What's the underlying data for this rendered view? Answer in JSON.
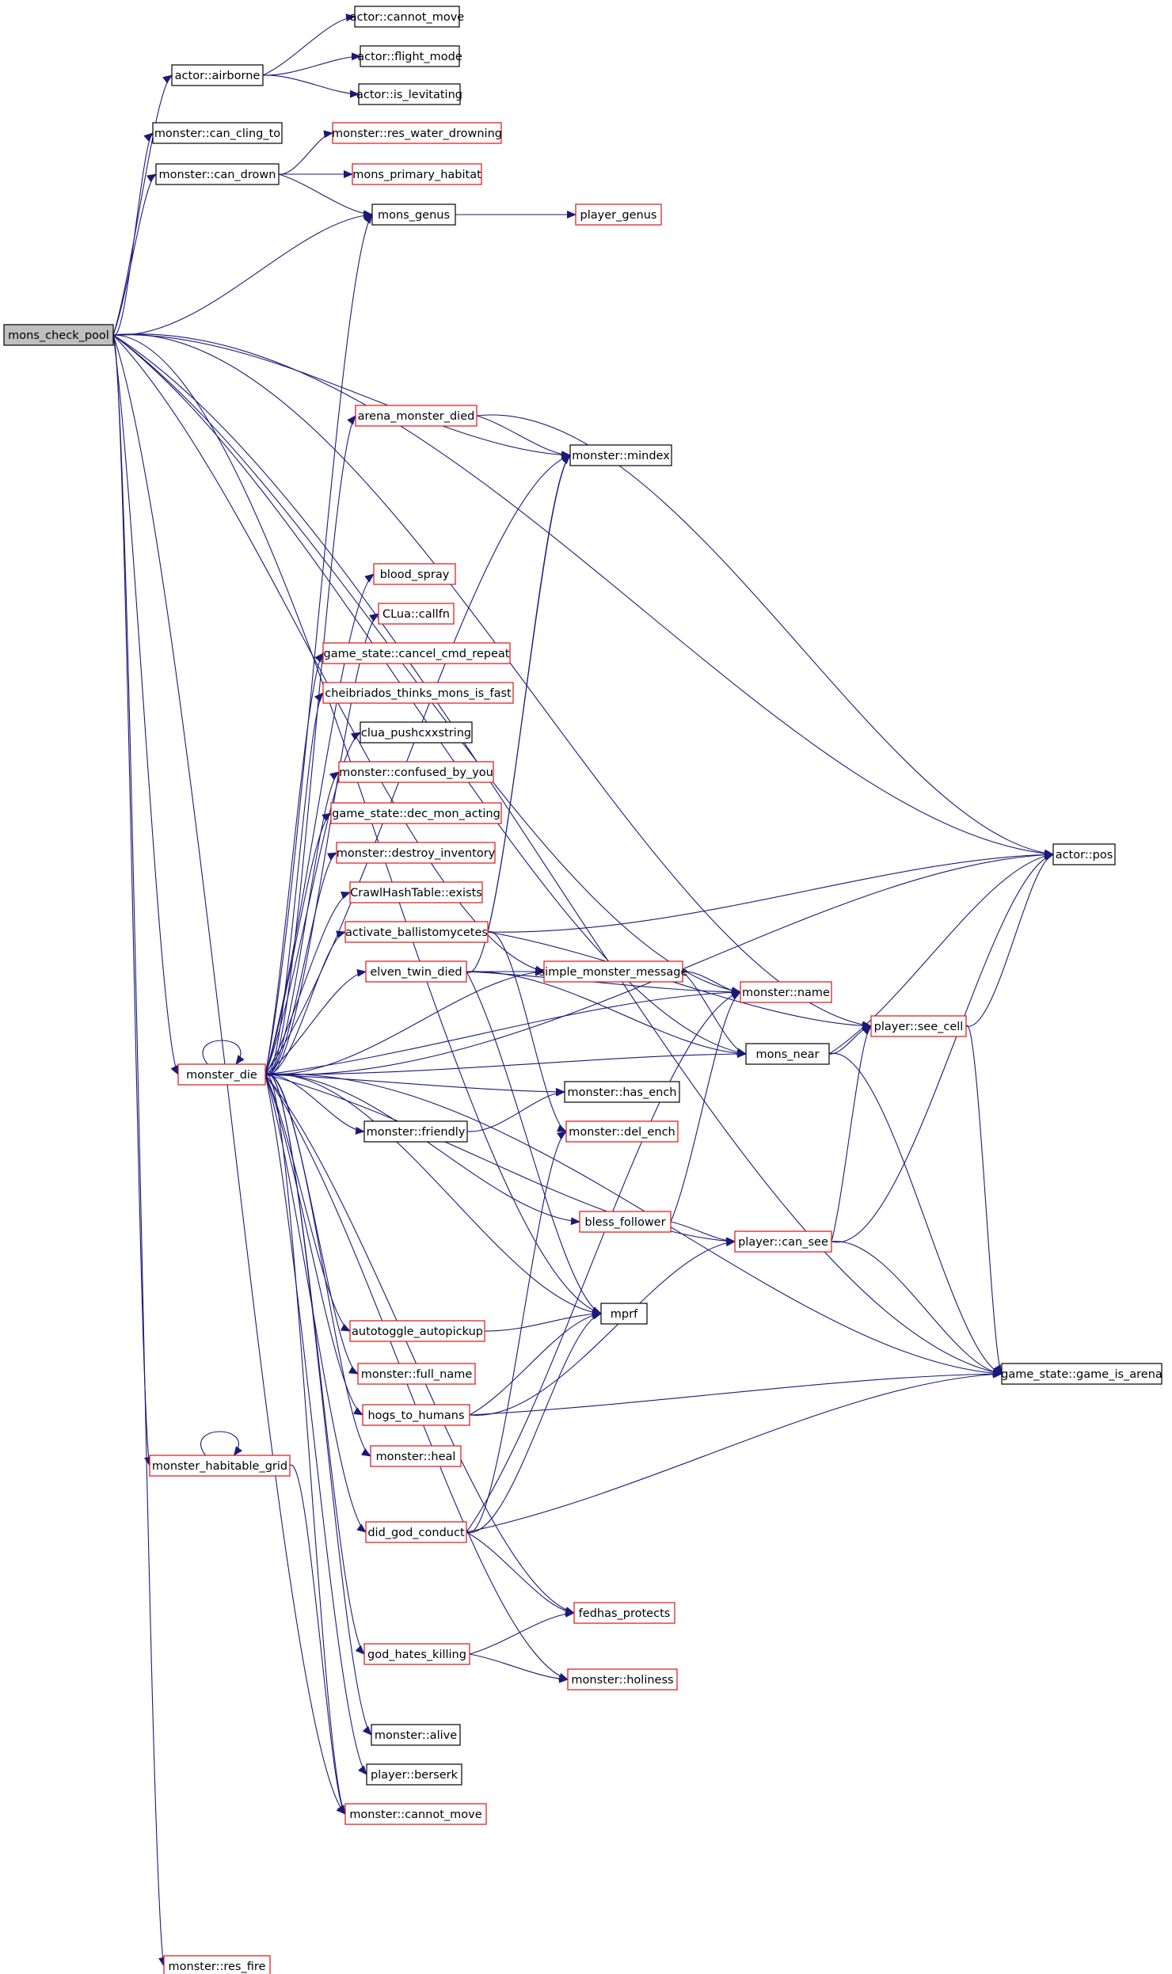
{
  "colors": {
    "edge": "#1a1a7a",
    "border_default": "#000000",
    "border_truncated": "#e01010",
    "root_fill": "#bfbfbf",
    "node_fill": "#ffffff"
  },
  "graph": {
    "nodes": [
      {
        "id": "mons_check_pool",
        "label": "mons_check_pool",
        "style": "root"
      },
      {
        "id": "actor_airborne",
        "label": "actor::airborne",
        "style": "black"
      },
      {
        "id": "actor_cannot_move",
        "label": "actor::cannot_move",
        "style": "black"
      },
      {
        "id": "actor_flight_mode",
        "label": "actor::flight_mode",
        "style": "black"
      },
      {
        "id": "actor_is_levitating",
        "label": "actor::is_levitating",
        "style": "black"
      },
      {
        "id": "monster_can_cling_to",
        "label": "monster::can_cling_to",
        "style": "black"
      },
      {
        "id": "monster_res_water_drowning",
        "label": "monster::res_water_drowning",
        "style": "red"
      },
      {
        "id": "monster_can_drown",
        "label": "monster::can_drown",
        "style": "black"
      },
      {
        "id": "mons_primary_habitat",
        "label": "mons_primary_habitat",
        "style": "red"
      },
      {
        "id": "mons_genus",
        "label": "mons_genus",
        "style": "black"
      },
      {
        "id": "player_genus",
        "label": "player_genus",
        "style": "red"
      },
      {
        "id": "arena_monster_died",
        "label": "arena_monster_died",
        "style": "red"
      },
      {
        "id": "monster_mindex",
        "label": "monster::mindex",
        "style": "black"
      },
      {
        "id": "blood_spray",
        "label": "blood_spray",
        "style": "red"
      },
      {
        "id": "clua_callfn",
        "label": "CLua::callfn",
        "style": "red"
      },
      {
        "id": "game_state_cancel_cmd_repeat",
        "label": "game_state::cancel_cmd_repeat",
        "style": "red"
      },
      {
        "id": "cheibriados_thinks_mons_is_fast",
        "label": "cheibriados_thinks_mons_is_fast",
        "style": "red"
      },
      {
        "id": "clua_pushcxxstring",
        "label": "clua_pushcxxstring",
        "style": "black"
      },
      {
        "id": "monster_confused_by_you",
        "label": "monster::confused_by_you",
        "style": "red"
      },
      {
        "id": "game_state_dec_mon_acting",
        "label": "game_state::dec_mon_acting",
        "style": "red"
      },
      {
        "id": "monster_destroy_inventory",
        "label": "monster::destroy_inventory",
        "style": "red"
      },
      {
        "id": "actor_pos",
        "label": "actor::pos",
        "style": "black"
      },
      {
        "id": "crawlhashtable_exists",
        "label": "CrawlHashTable::exists",
        "style": "red"
      },
      {
        "id": "activate_ballistomycetes",
        "label": "activate_ballistomycetes",
        "style": "red"
      },
      {
        "id": "elven_twin_died",
        "label": "elven_twin_died",
        "style": "red"
      },
      {
        "id": "simple_monster_message",
        "label": "simple_monster_message",
        "style": "red"
      },
      {
        "id": "monster_name",
        "label": "monster::name",
        "style": "red"
      },
      {
        "id": "player_see_cell",
        "label": "player::see_cell",
        "style": "red"
      },
      {
        "id": "mons_near",
        "label": "mons_near",
        "style": "black"
      },
      {
        "id": "monster_die",
        "label": "monster_die",
        "style": "red"
      },
      {
        "id": "monster_has_ench",
        "label": "monster::has_ench",
        "style": "black"
      },
      {
        "id": "monster_friendly",
        "label": "monster::friendly",
        "style": "black"
      },
      {
        "id": "monster_del_ench",
        "label": "monster::del_ench",
        "style": "red"
      },
      {
        "id": "bless_follower",
        "label": "bless_follower",
        "style": "red"
      },
      {
        "id": "player_can_see",
        "label": "player::can_see",
        "style": "red"
      },
      {
        "id": "mprf",
        "label": "mprf",
        "style": "black"
      },
      {
        "id": "autotoggle_autopickup",
        "label": "autotoggle_autopickup",
        "style": "red"
      },
      {
        "id": "game_state_game_is_arena",
        "label": "game_state::game_is_arena",
        "style": "black"
      },
      {
        "id": "monster_full_name",
        "label": "monster::full_name",
        "style": "red"
      },
      {
        "id": "hogs_to_humans",
        "label": "hogs_to_humans",
        "style": "red"
      },
      {
        "id": "monster_habitable_grid",
        "label": "monster_habitable_grid",
        "style": "red"
      },
      {
        "id": "monster_heal",
        "label": "monster::heal",
        "style": "red"
      },
      {
        "id": "did_god_conduct",
        "label": "did_god_conduct",
        "style": "red"
      },
      {
        "id": "fedhas_protects",
        "label": "fedhas_protects",
        "style": "red"
      },
      {
        "id": "god_hates_killing",
        "label": "god_hates_killing",
        "style": "red"
      },
      {
        "id": "monster_holiness",
        "label": "monster::holiness",
        "style": "red"
      },
      {
        "id": "monster_alive",
        "label": "monster::alive",
        "style": "black"
      },
      {
        "id": "player_berserk",
        "label": "player::berserk",
        "style": "black"
      },
      {
        "id": "monster_cannot_move",
        "label": "monster::cannot_move",
        "style": "red"
      },
      {
        "id": "monster_res_fire",
        "label": "monster::res_fire",
        "style": "red"
      }
    ],
    "edges": [
      [
        "mons_check_pool",
        "actor_airborne"
      ],
      [
        "mons_check_pool",
        "monster_can_cling_to"
      ],
      [
        "mons_check_pool",
        "monster_can_drown"
      ],
      [
        "mons_check_pool",
        "mons_genus"
      ],
      [
        "mons_check_pool",
        "actor_pos"
      ],
      [
        "mons_check_pool",
        "monster_name"
      ],
      [
        "mons_check_pool",
        "monster_mindex"
      ],
      [
        "mons_check_pool",
        "simple_monster_message"
      ],
      [
        "mons_check_pool",
        "player_see_cell"
      ],
      [
        "mons_check_pool",
        "monster_die"
      ],
      [
        "mons_check_pool",
        "monster_habitable_grid"
      ],
      [
        "mons_check_pool",
        "mons_near"
      ],
      [
        "mons_check_pool",
        "monster_res_fire"
      ],
      [
        "mons_check_pool",
        "game_state_game_is_arena"
      ],
      [
        "mons_check_pool",
        "mprf"
      ],
      [
        "mons_check_pool",
        "monster_cannot_move"
      ],
      [
        "actor_airborne",
        "actor_cannot_move"
      ],
      [
        "actor_airborne",
        "actor_flight_mode"
      ],
      [
        "actor_airborne",
        "actor_is_levitating"
      ],
      [
        "monster_can_drown",
        "monster_res_water_drowning"
      ],
      [
        "monster_can_drown",
        "mons_primary_habitat"
      ],
      [
        "monster_can_drown",
        "mons_genus"
      ],
      [
        "mons_genus",
        "player_genus"
      ],
      [
        "arena_monster_died",
        "monster_mindex"
      ],
      [
        "arena_monster_died",
        "actor_pos"
      ],
      [
        "activate_ballistomycetes",
        "actor_pos"
      ],
      [
        "activate_ballistomycetes",
        "monster_mindex"
      ],
      [
        "activate_ballistomycetes",
        "player_see_cell"
      ],
      [
        "activate_ballistomycetes",
        "monster_del_ench"
      ],
      [
        "elven_twin_died",
        "monster_mindex"
      ],
      [
        "elven_twin_died",
        "simple_monster_message"
      ],
      [
        "elven_twin_died",
        "monster_name"
      ],
      [
        "elven_twin_died",
        "mons_near"
      ],
      [
        "elven_twin_died",
        "mprf"
      ],
      [
        "simple_monster_message",
        "monster_name"
      ],
      [
        "simple_monster_message",
        "mons_near"
      ],
      [
        "mons_near",
        "actor_pos"
      ],
      [
        "mons_near",
        "player_see_cell"
      ],
      [
        "mons_near",
        "game_state_game_is_arena"
      ],
      [
        "player_see_cell",
        "actor_pos"
      ],
      [
        "player_see_cell",
        "game_state_game_is_arena"
      ],
      [
        "monster_die",
        "monster_die"
      ],
      [
        "monster_die",
        "mons_genus"
      ],
      [
        "monster_die",
        "arena_monster_died"
      ],
      [
        "monster_die",
        "monster_mindex"
      ],
      [
        "monster_die",
        "actor_pos"
      ],
      [
        "monster_die",
        "blood_spray"
      ],
      [
        "monster_die",
        "clua_callfn"
      ],
      [
        "monster_die",
        "game_state_cancel_cmd_repeat"
      ],
      [
        "monster_die",
        "cheibriados_thinks_mons_is_fast"
      ],
      [
        "monster_die",
        "clua_pushcxxstring"
      ],
      [
        "monster_die",
        "monster_confused_by_you"
      ],
      [
        "monster_die",
        "game_state_dec_mon_acting"
      ],
      [
        "monster_die",
        "monster_destroy_inventory"
      ],
      [
        "monster_die",
        "crawlhashtable_exists"
      ],
      [
        "monster_die",
        "activate_ballistomycetes"
      ],
      [
        "monster_die",
        "elven_twin_died"
      ],
      [
        "monster_die",
        "simple_monster_message"
      ],
      [
        "monster_die",
        "monster_name"
      ],
      [
        "monster_die",
        "monster_has_ench"
      ],
      [
        "monster_die",
        "monster_friendly"
      ],
      [
        "monster_die",
        "mons_near"
      ],
      [
        "monster_die",
        "bless_follower"
      ],
      [
        "monster_die",
        "player_can_see"
      ],
      [
        "monster_die",
        "mprf"
      ],
      [
        "monster_die",
        "autotoggle_autopickup"
      ],
      [
        "monster_die",
        "monster_full_name"
      ],
      [
        "monster_die",
        "hogs_to_humans"
      ],
      [
        "monster_die",
        "monster_heal"
      ],
      [
        "monster_die",
        "did_god_conduct"
      ],
      [
        "monster_die",
        "game_state_game_is_arena"
      ],
      [
        "monster_die",
        "fedhas_protects"
      ],
      [
        "monster_die",
        "god_hates_killing"
      ],
      [
        "monster_die",
        "monster_holiness"
      ],
      [
        "monster_die",
        "monster_alive"
      ],
      [
        "monster_die",
        "player_berserk"
      ],
      [
        "monster_die",
        "monster_cannot_move"
      ],
      [
        "monster_friendly",
        "monster_has_ench"
      ],
      [
        "bless_follower",
        "monster_name"
      ],
      [
        "bless_follower",
        "player_can_see"
      ],
      [
        "player_can_see",
        "player_see_cell"
      ],
      [
        "player_can_see",
        "actor_pos"
      ],
      [
        "player_can_see",
        "game_state_game_is_arena"
      ],
      [
        "autotoggle_autopickup",
        "mprf"
      ],
      [
        "hogs_to_humans",
        "mprf"
      ],
      [
        "hogs_to_humans",
        "player_can_see"
      ],
      [
        "hogs_to_humans",
        "game_state_game_is_arena"
      ],
      [
        "monster_habitable_grid",
        "monster_habitable_grid"
      ],
      [
        "monster_habitable_grid",
        "monster_cannot_move"
      ],
      [
        "did_god_conduct",
        "mprf"
      ],
      [
        "did_god_conduct",
        "monster_name"
      ],
      [
        "did_god_conduct",
        "monster_del_ench"
      ],
      [
        "did_god_conduct",
        "game_state_game_is_arena"
      ],
      [
        "did_god_conduct",
        "fedhas_protects"
      ],
      [
        "god_hates_killing",
        "fedhas_protects"
      ],
      [
        "god_hates_killing",
        "monster_holiness"
      ]
    ]
  }
}
